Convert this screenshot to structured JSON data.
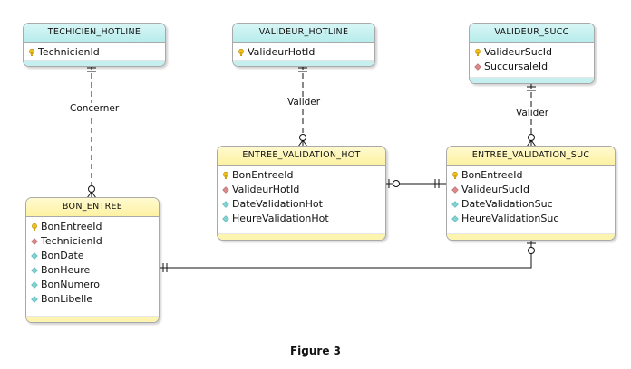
{
  "caption": "Figure 3",
  "entities": {
    "technicien_hotline": {
      "title": "TECHICIEN_HOTLINE",
      "rows": [
        "TechnicienId"
      ]
    },
    "valideur_hotline": {
      "title": "VALIDEUR_HOTLINE",
      "rows": [
        "ValideurHotId"
      ]
    },
    "valideur_succ": {
      "title": "VALIDEUR_SUCC",
      "rows": [
        "ValideurSucId",
        "SuccursaleId"
      ]
    },
    "entree_validation_hot": {
      "title": "ENTREE_VALIDATION_HOT",
      "rows": [
        "BonEntreeId",
        "ValideurHotId",
        "DateValidationHot",
        "HeureValidationHot"
      ]
    },
    "entree_validation_suc": {
      "title": "ENTREE_VALIDATION_SUC",
      "rows": [
        "BonEntreeId",
        "ValideurSucId",
        "DateValidationSuc",
        "HeureValidationSuc"
      ]
    },
    "bon_entree": {
      "title": "BON_ENTREE",
      "rows": [
        "BonEntreeId",
        "TechnicienId",
        "BonDate",
        "BonHeure",
        "BonNumero",
        "BonLibelle"
      ]
    }
  },
  "relationships": {
    "concerner": "Concerner",
    "valider_hot": "Valider",
    "valider_suc": "Valider"
  },
  "icon_colors": {
    "key": "#f2c21b",
    "foreign": "#d98a8a",
    "attribute": "#7fd3d3"
  }
}
